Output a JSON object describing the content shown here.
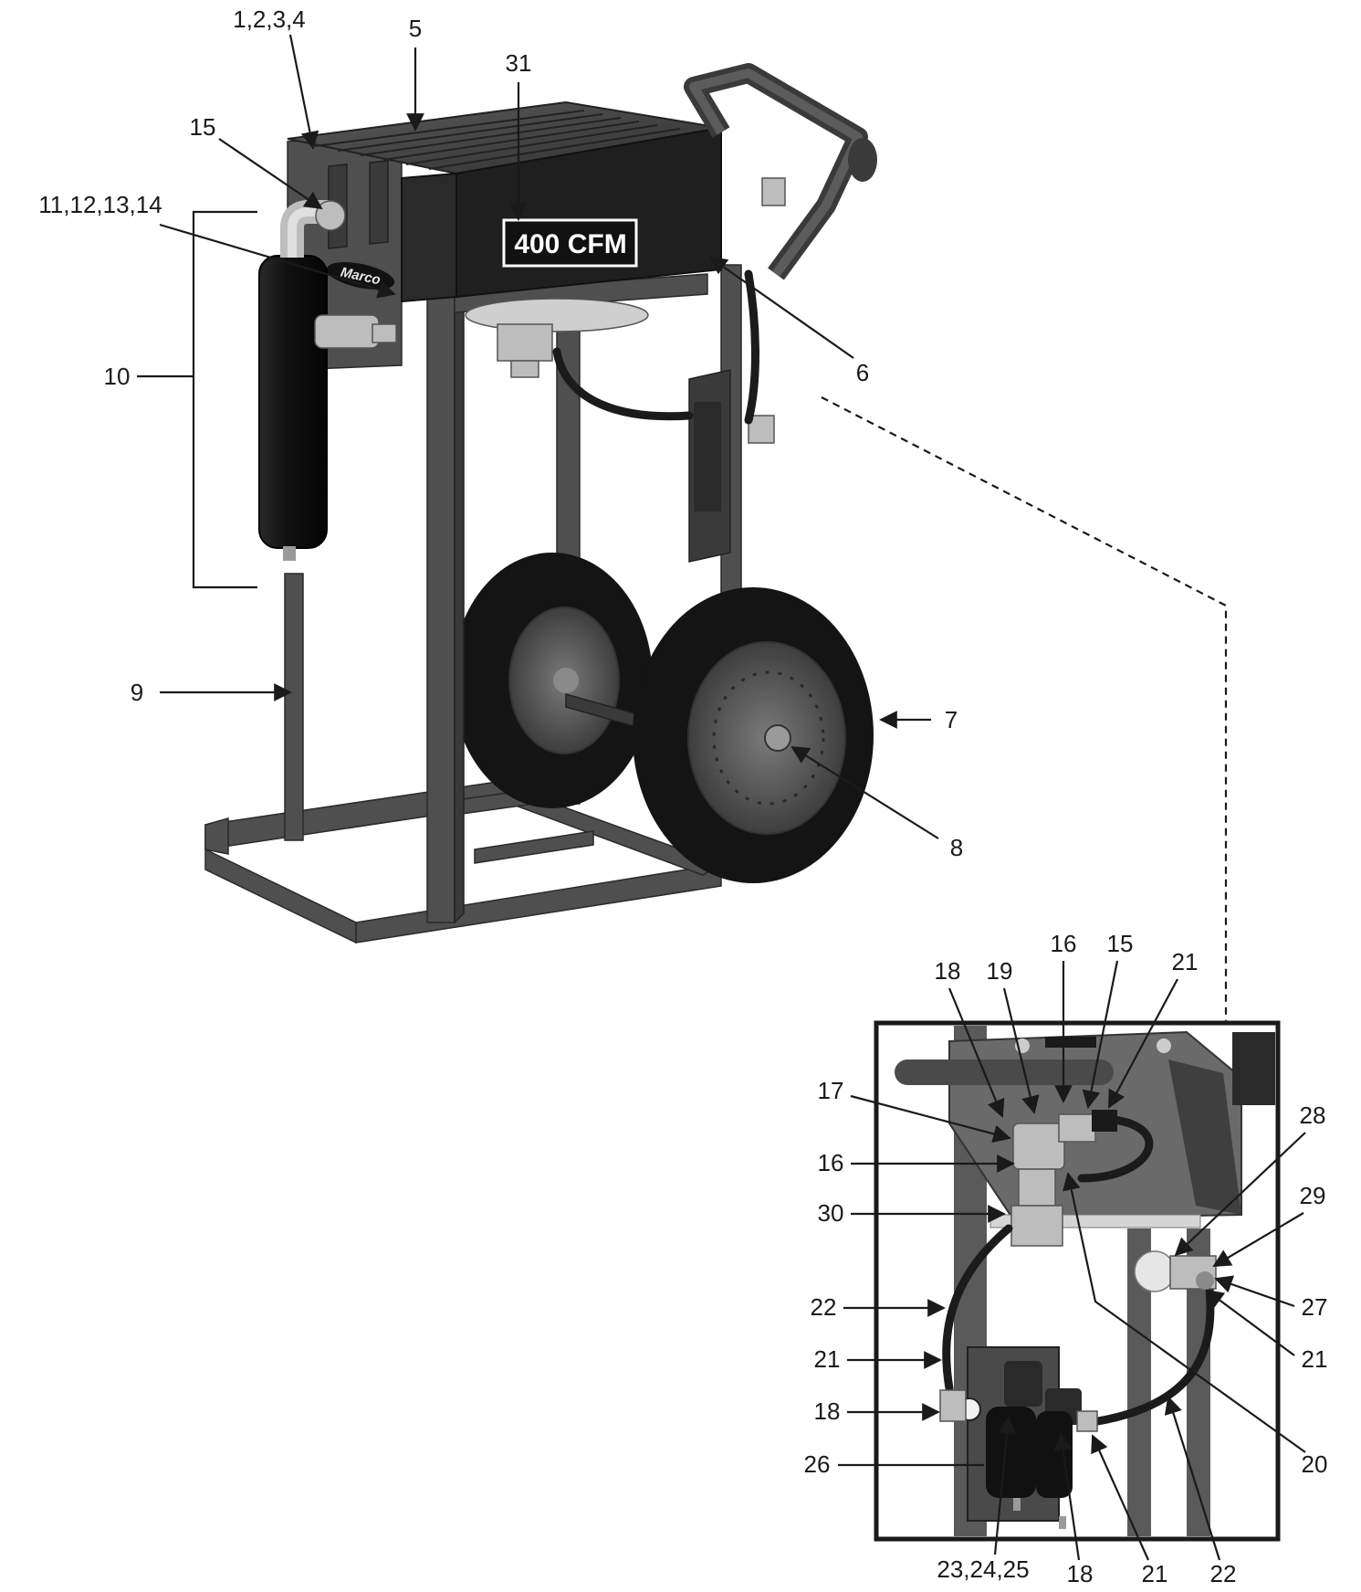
{
  "badge": {
    "text": "400 CFM"
  },
  "logo": {
    "text": "Marco"
  },
  "main_callouts": [
    {
      "id": "c-1-2-3-4",
      "text": "1,2,3,4"
    },
    {
      "id": "c-5",
      "text": "5"
    },
    {
      "id": "c-31",
      "text": "31"
    },
    {
      "id": "c-15",
      "text": "15"
    },
    {
      "id": "c-11-12-13-14",
      "text": "11,12,13,14"
    },
    {
      "id": "c-10",
      "text": "10"
    },
    {
      "id": "c-6",
      "text": "6"
    },
    {
      "id": "c-9",
      "text": "9"
    },
    {
      "id": "c-7",
      "text": "7"
    },
    {
      "id": "c-8",
      "text": "8"
    }
  ],
  "detail_callouts": [
    {
      "id": "d-18-top",
      "text": "18"
    },
    {
      "id": "d-19",
      "text": "19"
    },
    {
      "id": "d-16-top",
      "text": "16"
    },
    {
      "id": "d-15",
      "text": "15"
    },
    {
      "id": "d-21-top",
      "text": "21"
    },
    {
      "id": "d-17",
      "text": "17"
    },
    {
      "id": "d-16-mid",
      "text": "16"
    },
    {
      "id": "d-30",
      "text": "30"
    },
    {
      "id": "d-28",
      "text": "28"
    },
    {
      "id": "d-29",
      "text": "29"
    },
    {
      "id": "d-22-left",
      "text": "22"
    },
    {
      "id": "d-27",
      "text": "27"
    },
    {
      "id": "d-21-left",
      "text": "21"
    },
    {
      "id": "d-21-right",
      "text": "21"
    },
    {
      "id": "d-18-left",
      "text": "18"
    },
    {
      "id": "d-26",
      "text": "26"
    },
    {
      "id": "d-20",
      "text": "20"
    },
    {
      "id": "d-23-24-25",
      "text": "23,24,25"
    },
    {
      "id": "d-18-bottom",
      "text": "18"
    },
    {
      "id": "d-21-bottom",
      "text": "21"
    },
    {
      "id": "d-22-bottom",
      "text": "22"
    }
  ]
}
